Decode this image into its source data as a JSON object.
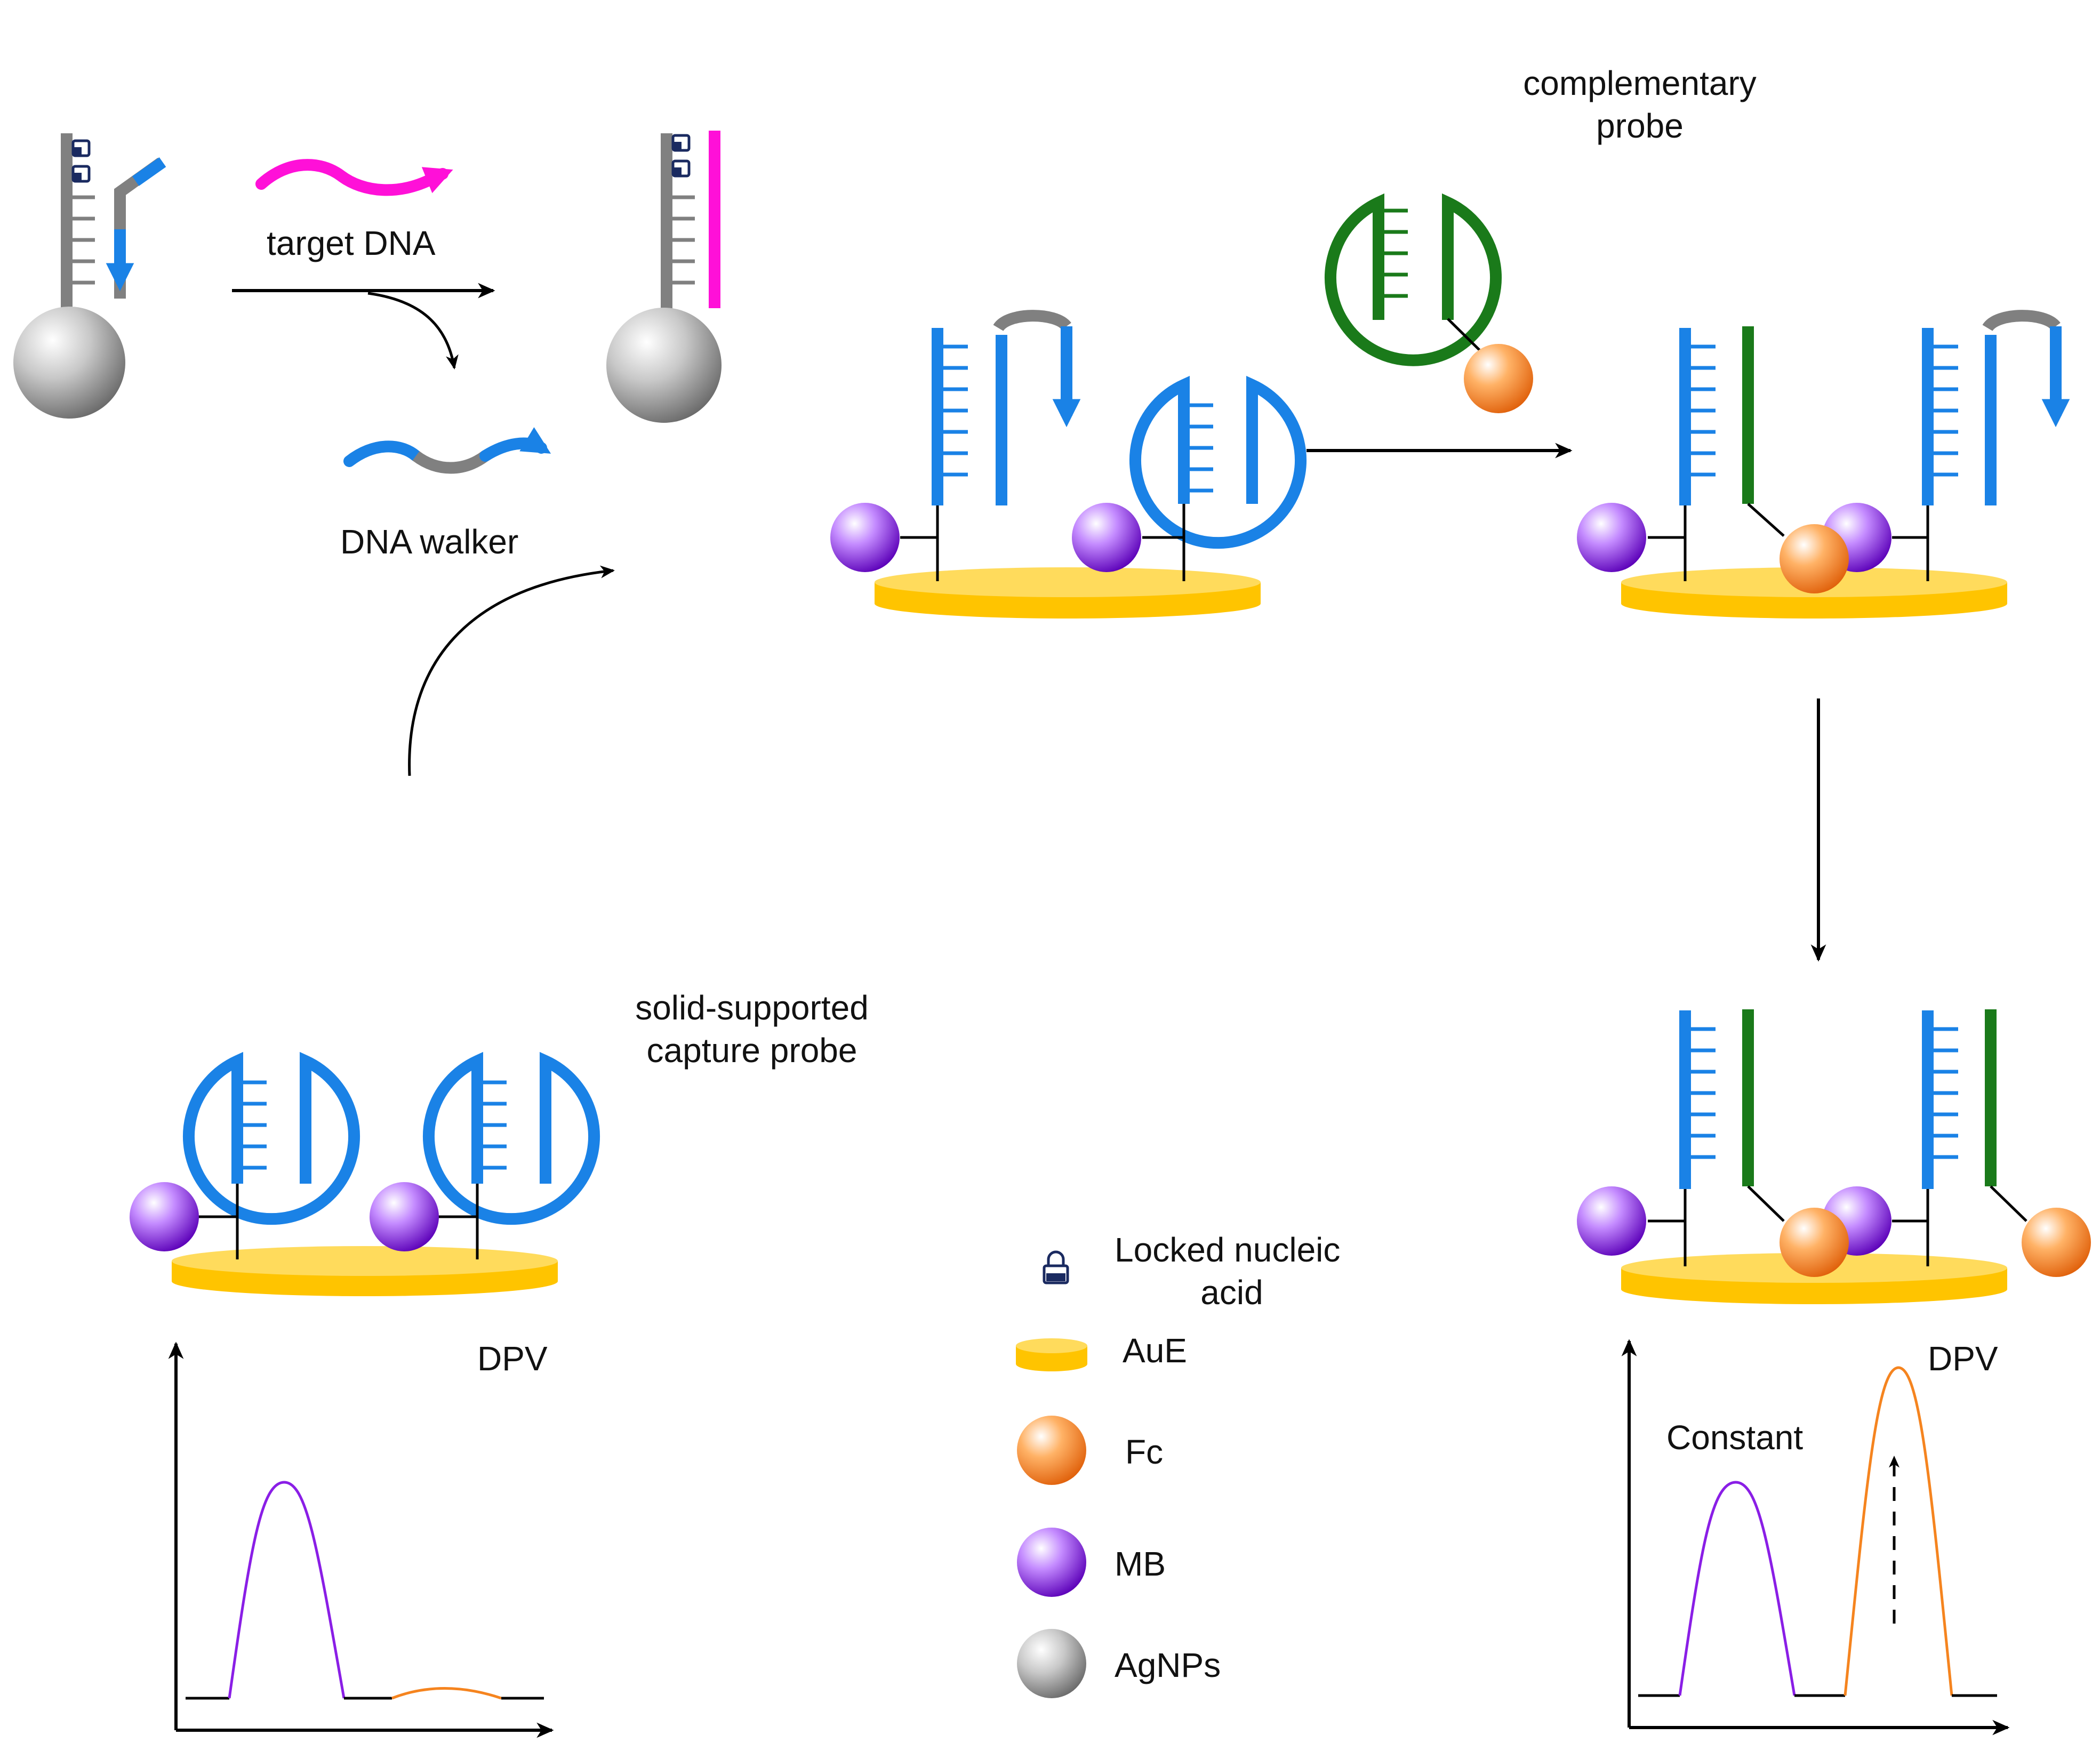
{
  "labels": {
    "target_dna": "target DNA",
    "dna_walker": "DNA walker",
    "complementary_probe_line1": "complementary",
    "complementary_probe_line2": "probe",
    "capture_probe_line1": "solid-supported",
    "capture_probe_line2": "capture probe",
    "dpv_left": "DPV",
    "dpv_right": "DPV",
    "constant": "Constant"
  },
  "legend": [
    {
      "icon": "lock-icon",
      "label_line1": "Locked nucleic",
      "label_line2": "acid"
    },
    {
      "icon": "gold-electrode-icon",
      "label": "AuE"
    },
    {
      "icon": "orange-sphere-icon",
      "label": "Fc"
    },
    {
      "icon": "purple-sphere-icon",
      "label": "MB"
    },
    {
      "icon": "gray-sphere-icon",
      "label": "AgNPs"
    }
  ],
  "colors": {
    "dna_blue": "#1a82e6",
    "probe_green": "#1a7a1a",
    "target_magenta": "#ff10d8",
    "linker_gray": "#808080",
    "gold": "#ffc400",
    "fc_orange": "#f5841f",
    "mb_purple": "#8a1ee6",
    "agnp_gray": "#a8a8a8",
    "arrow_black": "#000000"
  }
}
